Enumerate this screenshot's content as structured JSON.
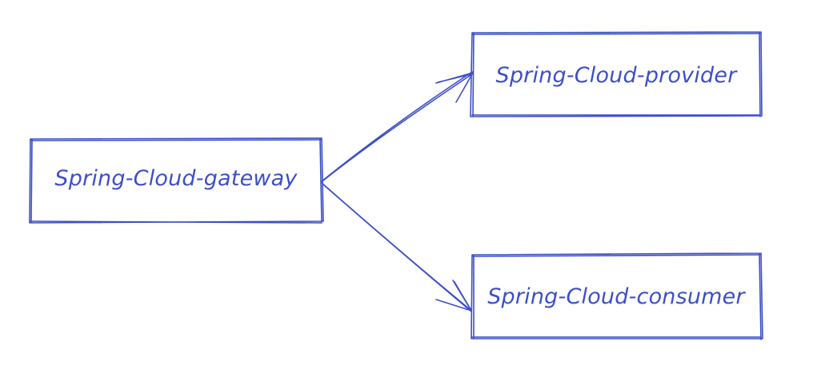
{
  "colors": {
    "ink": "#3d4fc7",
    "background": "#ffffff"
  },
  "nodes": {
    "gateway": {
      "label": "Spring-Cloud-gateway"
    },
    "provider": {
      "label": "Spring-Cloud-provider"
    },
    "consumer": {
      "label": "Spring-Cloud-consumer"
    }
  },
  "edges": [
    {
      "from": "gateway",
      "to": "provider"
    },
    {
      "from": "gateway",
      "to": "consumer"
    }
  ]
}
